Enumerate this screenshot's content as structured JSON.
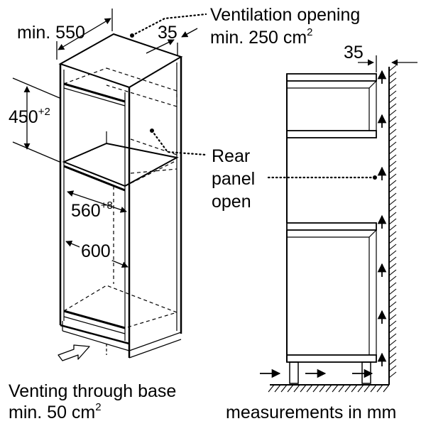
{
  "labels": {
    "min_550": "min. 550",
    "depth_35": "35",
    "vent_line1": "Ventilation opening",
    "vent_line2_prefix": "min. 250 cm",
    "vent_line2_sup": "2",
    "height_450": "450",
    "height_450_tol": "+2",
    "rear_line1": "Rear",
    "rear_line2": "panel",
    "rear_line3": "open",
    "width_560": "560",
    "width_560_tol": "+8",
    "depth_600": "600",
    "gap_35": "35",
    "base_line1": "Venting through base",
    "base_line2_prefix": "min. 50 cm",
    "base_line2_sup": "2",
    "units_note": "measurements in mm"
  },
  "colors": {
    "ink": "#000000",
    "background": "#ffffff"
  },
  "icons": [
    "airflow-arrow-icon",
    "inlet-arrow-icon",
    "wall-hatch"
  ]
}
